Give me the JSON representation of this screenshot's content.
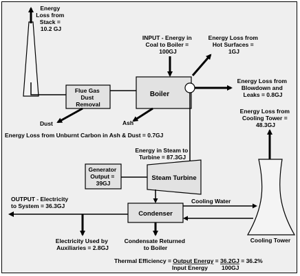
{
  "colors": {
    "panel": "#efefef",
    "box": "#e2e2e2",
    "line": "#000000"
  },
  "stack_loss": [
    "Energy",
    "Loss from",
    "Stack =",
    "10.2 GJ"
  ],
  "input": [
    "INPUT - Energy in",
    "Coal to Boiler =",
    "100GJ"
  ],
  "hot_surfaces": [
    "Energy Loss from",
    "Hot Surfaces =",
    "1GJ"
  ],
  "blowdown": [
    "Energy Loss from",
    "Blowdown and",
    "Leaks = 0.8GJ"
  ],
  "flue_gas_box": [
    "Flue Gas",
    "Dust",
    "Removal"
  ],
  "boiler_box": "Boiler",
  "dust": "Dust",
  "ash": "Ash",
  "unburnt": "Energy Loss from Unburnt Carbon in Ash & Dust = 0.7GJ",
  "cooling_tower_loss": [
    "Energy Loss from",
    "Cooling Tower =",
    "48.3GJ"
  ],
  "steam_energy": [
    "Energy in Steam to",
    "Turbine = 87.3GJ"
  ],
  "generator_box": [
    "Generator",
    "Output =",
    "39GJ"
  ],
  "steam_turbine": "Steam Turbine",
  "output_electricity": [
    "OUTPUT - Electricity",
    "to System = 36.3GJ"
  ],
  "cooling_water": "Cooling Water",
  "condenser_box": "Condenser",
  "auxiliaries": [
    "Electricity Used by",
    "Auxiliaries = 2.8GJ"
  ],
  "condensate": [
    "Condensate Returned",
    "to Boiler"
  ],
  "cooling_tower": "Cooling Tower",
  "efficiency": {
    "prefix": "Thermal Efficiency = ",
    "numerator": "Output Energy",
    "eq1": " = ",
    "numerator2": "36.2GJ",
    "eq2": " = 36.2%",
    "denominator": "Input Energy",
    "denominator2": "100GJ"
  }
}
